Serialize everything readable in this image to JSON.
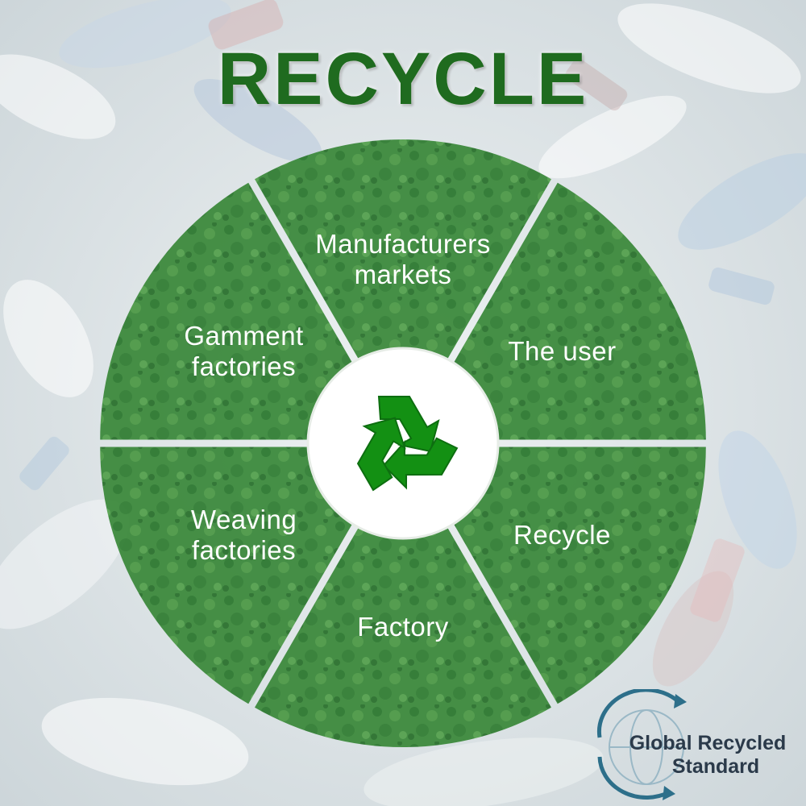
{
  "title": "RECYCLE",
  "wheel": {
    "segments": [
      {
        "lines": [
          "Manufacturers",
          "markets"
        ]
      },
      {
        "lines": [
          "The user"
        ]
      },
      {
        "lines": [
          "Recycle"
        ]
      },
      {
        "lines": [
          "Factory"
        ]
      },
      {
        "lines": [
          "Weaving",
          "factories"
        ]
      },
      {
        "lines": [
          "Gamment",
          "factories"
        ]
      }
    ],
    "center_icon": "recycle-icon"
  },
  "badge": {
    "line1": "Global Recycled",
    "line2": "Standard",
    "icon": "globe-arrows-icon"
  },
  "colors": {
    "title": "#1f6b1f",
    "wheel_green": "#3e8b3e",
    "symbol_green": "#139013",
    "badge_text": "#2b3a4a",
    "badge_arrow": "#2d6f8a"
  }
}
